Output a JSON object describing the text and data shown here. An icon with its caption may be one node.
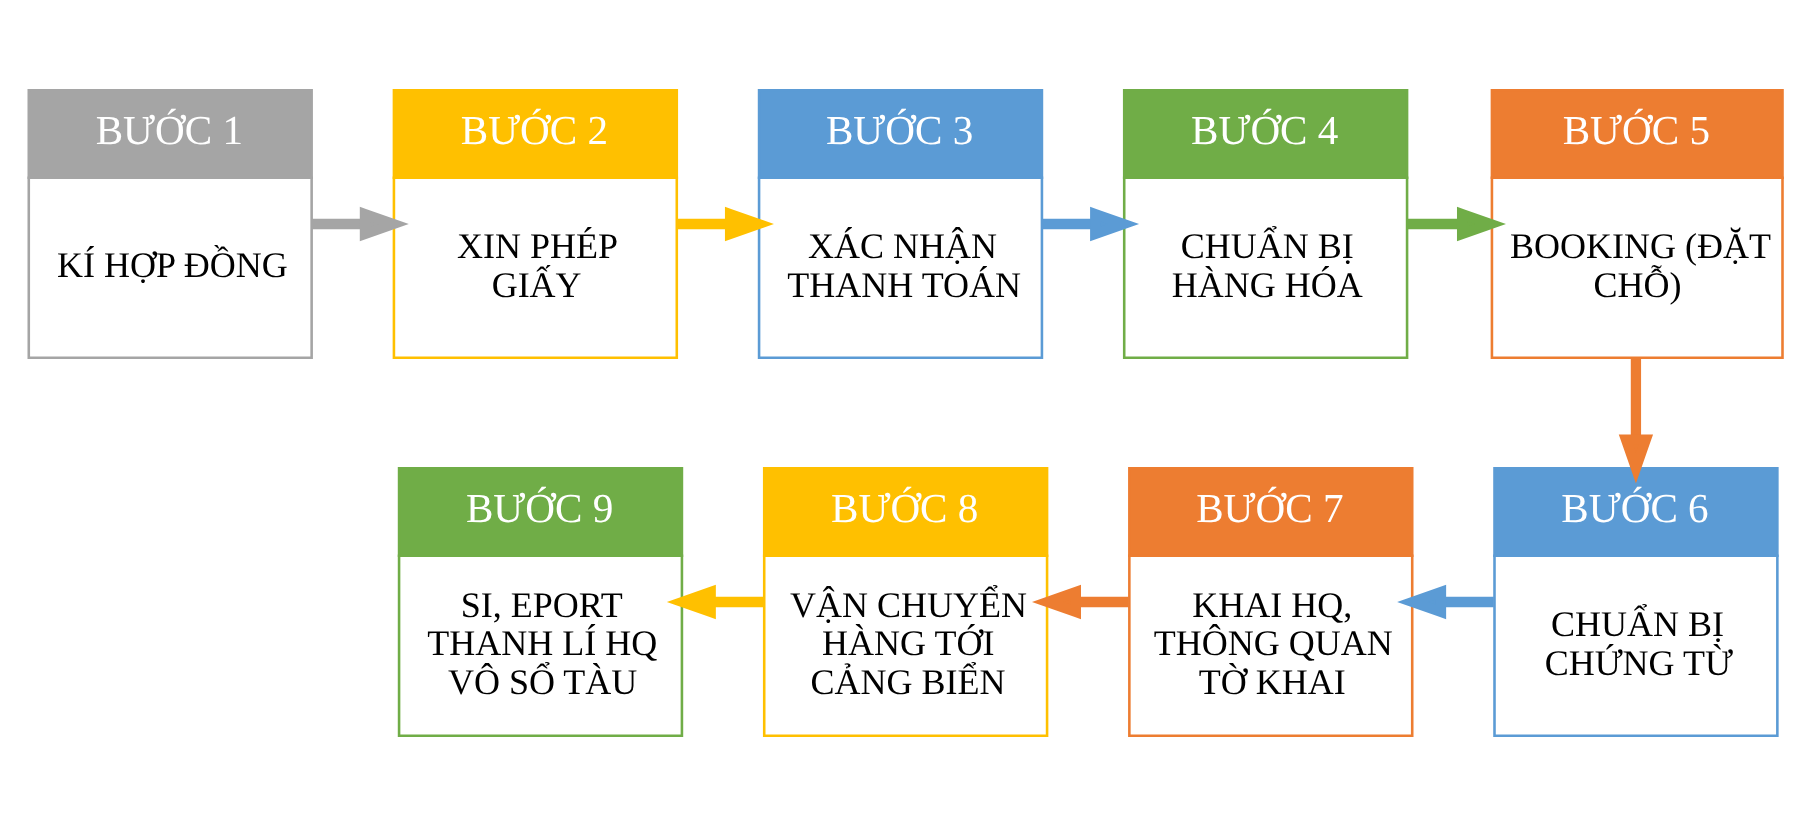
{
  "diagram": {
    "nodes": [
      {
        "text": [
          "BƯỚC 1",
          "KÍ HỢP ĐỒNG"
        ]
      },
      {
        "text": [
          "BƯỚC 2",
          "XIN PHÉP GIẤY"
        ]
      },
      {
        "text": [
          "BƯỚC 3",
          "XÁC NHẬN THANH TOÁN"
        ]
      },
      {
        "text": [
          "BƯỚC 4",
          "CHUẨN BỊ HÀNG HÓA"
        ]
      },
      {
        "text": [
          "BƯỚC 5",
          "BOOKING (ĐẶT CHỖ)"
        ]
      },
      {
        "text": [
          "BƯỚC 6",
          "CHUẨN BỊ CHỨNG TỪ"
        ]
      },
      {
        "text": [
          "BƯỚC 7",
          "KHAI HQ, THÔNG QUAN TỜ KHAI"
        ]
      },
      {
        "text": [
          "BƯỚC 8",
          "VẬN CHUYỂN HÀNG TỚI CẢNG BIỂN"
        ]
      },
      {
        "text": [
          "BƯỚC 9",
          "SI, EPORT THANH LÍ HQ VÔ SỔ TÀU"
        ]
      }
    ],
    "edges": [
      {
        "from": 0,
        "to": 1,
        "arrow": "to",
        "color": "#a5a5a5"
      },
      {
        "from": 1,
        "to": 2,
        "arrow": "to",
        "color": "#ffc000"
      },
      {
        "from": 2,
        "to": 3,
        "arrow": "to",
        "color": "#5b9bd5"
      },
      {
        "from": 3,
        "to": 4,
        "arrow": "to",
        "color": "#70ad47"
      },
      {
        "from": 4,
        "to": 5,
        "arrow": "to",
        "color": "#ed7d31"
      },
      {
        "from": 5,
        "to": 6,
        "arrow": "to",
        "color": "#5b9bd5"
      },
      {
        "from": 6,
        "to": 7,
        "arrow": "to",
        "color": "#ed7d31"
      },
      {
        "from": 7,
        "to": 8,
        "arrow": "to",
        "color": "#ffc000"
      }
    ]
  }
}
